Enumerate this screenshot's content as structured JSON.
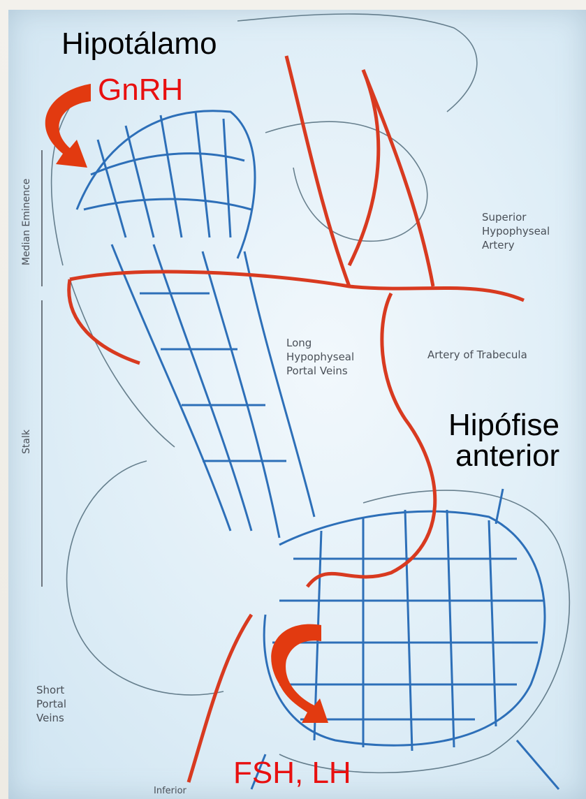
{
  "title": "Hipotálamo",
  "hormone_top": "GnRH",
  "region_right": [
    "Hipófise",
    "anterior"
  ],
  "hormone_bottom": "FSH, LH",
  "figure_labels": {
    "median_eminence": "Median Eminence",
    "stalk": "Stalk",
    "superior_artery": [
      "Superior",
      "Hypophyseal",
      "Artery"
    ],
    "long_portal_veins": [
      "Long",
      "Hypophyseal",
      "Portal Veins"
    ],
    "artery_trabecula": "Artery of Trabecula",
    "short_portal_veins": [
      "Short",
      "Portal",
      "Veins"
    ],
    "inferior": "Inferior"
  },
  "colors": {
    "artery": "#d83a20",
    "vein": "#2d6fb8",
    "arrow": "#e23a10",
    "label_red": "#e81010"
  }
}
